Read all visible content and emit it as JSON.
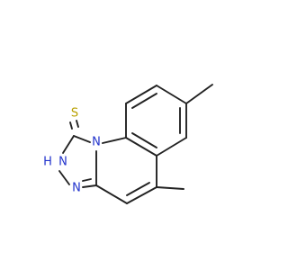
{
  "molecule": {
    "colors": {
      "bond": "#222222",
      "nitrogen": "#2233cc",
      "sulfur": "#b8a000"
    },
    "atoms": {
      "s1": {
        "symbol": "S",
        "element": "sulfur"
      },
      "nh": {
        "symbol": "H",
        "element": "nitrogen"
      },
      "n2": {
        "symbol": "N",
        "element": "nitrogen"
      },
      "n3": {
        "symbol": "N",
        "element": "nitrogen"
      },
      "n4": {
        "symbol": "N",
        "element": "nitrogen"
      }
    }
  }
}
